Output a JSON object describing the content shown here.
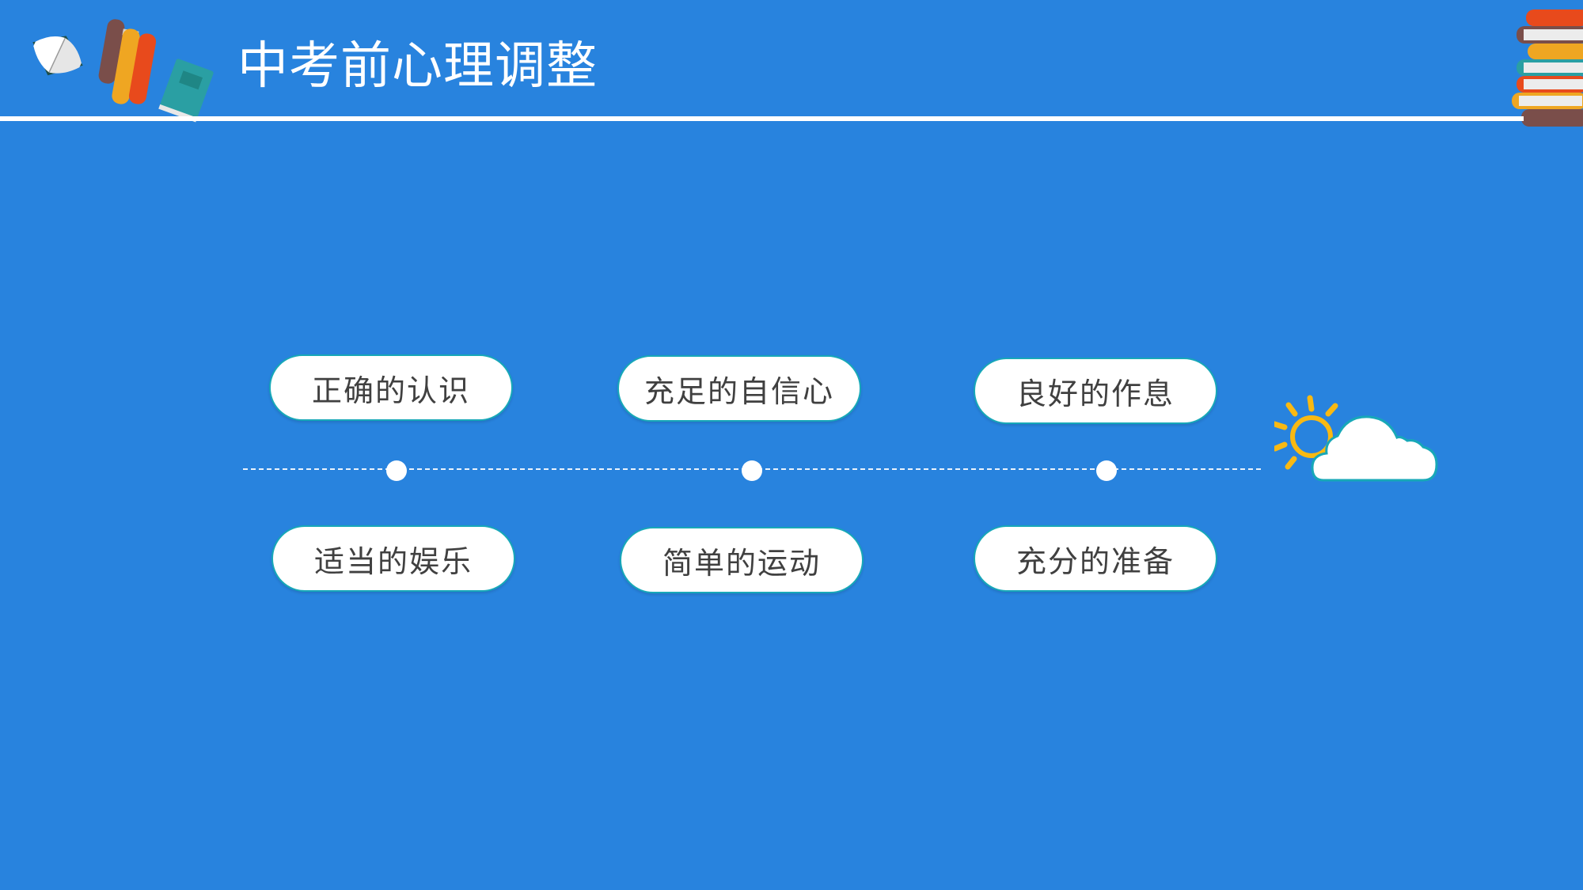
{
  "slide": {
    "title": "中考前心理调整",
    "background_color": "#2883DE",
    "accent_border_color": "#17A8B8",
    "text_color": "#404040"
  },
  "decorations": {
    "left": [
      "open-book-icon",
      "standing-books-icon",
      "teal-book-icon"
    ],
    "right": [
      "book-stack-icon"
    ],
    "weather": [
      "sun-icon",
      "cloud-icon"
    ]
  },
  "timeline": {
    "top_items": [
      {
        "label": "正确的认识"
      },
      {
        "label": "充足的自信心"
      },
      {
        "label": "良好的作息"
      }
    ],
    "bottom_items": [
      {
        "label": "适当的娱乐"
      },
      {
        "label": "简单的运动"
      },
      {
        "label": "充分的准备"
      }
    ],
    "dot_count": 3
  }
}
